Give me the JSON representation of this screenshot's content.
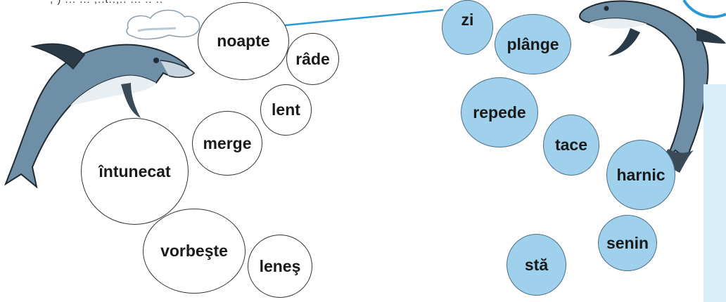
{
  "colors": {
    "answer_fill": "#9fd0ec",
    "link_line": "#2a9ad6",
    "dolphin": "#6f8fa6"
  },
  "header": {
    "clipped_text": "' , ) ... ... ,..t..,.. ... .. .."
  },
  "left_words": [
    {
      "id": "noapte",
      "text": "noapte"
    },
    {
      "id": "rade",
      "text": "râde"
    },
    {
      "id": "lent",
      "text": "lent"
    },
    {
      "id": "merge",
      "text": "merge"
    },
    {
      "id": "intunecat",
      "text": "întunecat"
    },
    {
      "id": "vorbeste",
      "text": "vorbeşte"
    },
    {
      "id": "lenes",
      "text": "leneş"
    }
  ],
  "right_words": [
    {
      "id": "zi",
      "text": "zi"
    },
    {
      "id": "plange",
      "text": "plânge"
    },
    {
      "id": "repede",
      "text": "repede"
    },
    {
      "id": "tace",
      "text": "tace"
    },
    {
      "id": "harnic",
      "text": "harnic"
    },
    {
      "id": "senin",
      "text": "senin"
    },
    {
      "id": "sta",
      "text": "stă"
    }
  ],
  "connections": [
    {
      "from": "noapte",
      "to": "zi"
    }
  ]
}
